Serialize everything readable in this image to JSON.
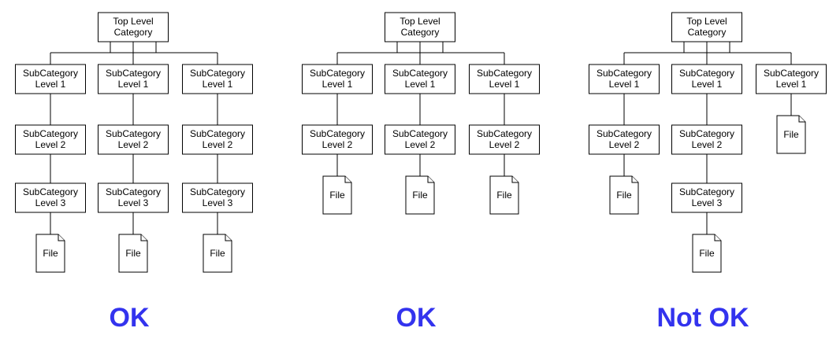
{
  "colors": {
    "verdict": "#3333ee",
    "stroke": "#000000",
    "fill": "#ffffff"
  },
  "labels": {
    "top": [
      "Top Level",
      "Category"
    ],
    "level1": [
      "SubCategory",
      "Level 1"
    ],
    "level2": [
      "SubCategory",
      "Level 2"
    ],
    "level3": [
      "SubCategory",
      "Level 3"
    ],
    "file": "File"
  },
  "diagrams": [
    {
      "verdict": "OK",
      "branches": [
        {
          "levels": 3,
          "file_after_level": 3
        },
        {
          "levels": 3,
          "file_after_level": 3
        },
        {
          "levels": 3,
          "file_after_level": 3
        }
      ]
    },
    {
      "verdict": "OK",
      "branches": [
        {
          "levels": 2,
          "file_after_level": 2
        },
        {
          "levels": 2,
          "file_after_level": 2
        },
        {
          "levels": 2,
          "file_after_level": 2
        }
      ]
    },
    {
      "verdict": "Not OK",
      "branches": [
        {
          "levels": 2,
          "file_after_level": 2
        },
        {
          "levels": 3,
          "file_after_level": 3
        },
        {
          "levels": 1,
          "file_after_level": 1
        }
      ]
    }
  ]
}
